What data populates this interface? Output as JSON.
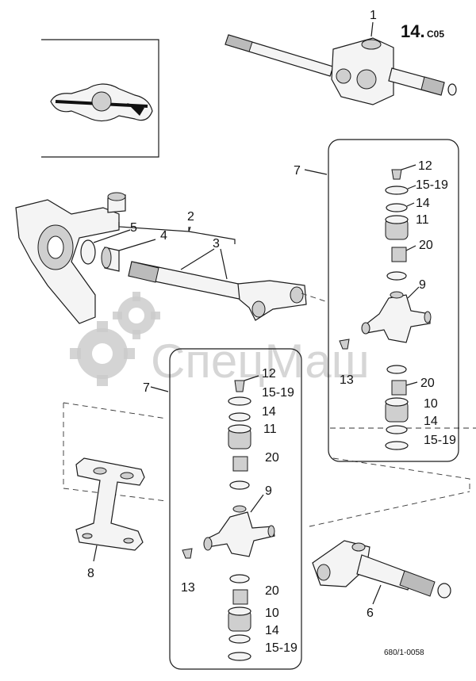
{
  "header": {
    "page_number": "14.",
    "section_code": "C05"
  },
  "watermark": {
    "text": "СпецМаш"
  },
  "drawing_number": "680/1-0058",
  "callouts": {
    "c1": "1",
    "c2": "2",
    "c3": "3",
    "c4": "4",
    "c5": "5",
    "c6": "6",
    "c8": "8",
    "box_right": {
      "c7": "7",
      "c12": "12",
      "c15_19a": "15-19",
      "c14a": "14",
      "c11": "11",
      "c20a": "20",
      "c9": "9",
      "c13": "13",
      "c20b": "20",
      "c10": "10",
      "c14b": "14",
      "c15_19b": "15-19"
    },
    "box_left": {
      "c7": "7",
      "c12": "12",
      "c15_19a": "15-19",
      "c14a": "14",
      "c11": "11",
      "c20a": "20",
      "c9": "9",
      "c13": "13",
      "c20b": "20",
      "c10": "10",
      "c14b": "14",
      "c15_19b": "15-19"
    }
  },
  "colors": {
    "line": "#1a1a1a",
    "watermark": "#c9c9c9",
    "background": "#ffffff"
  }
}
